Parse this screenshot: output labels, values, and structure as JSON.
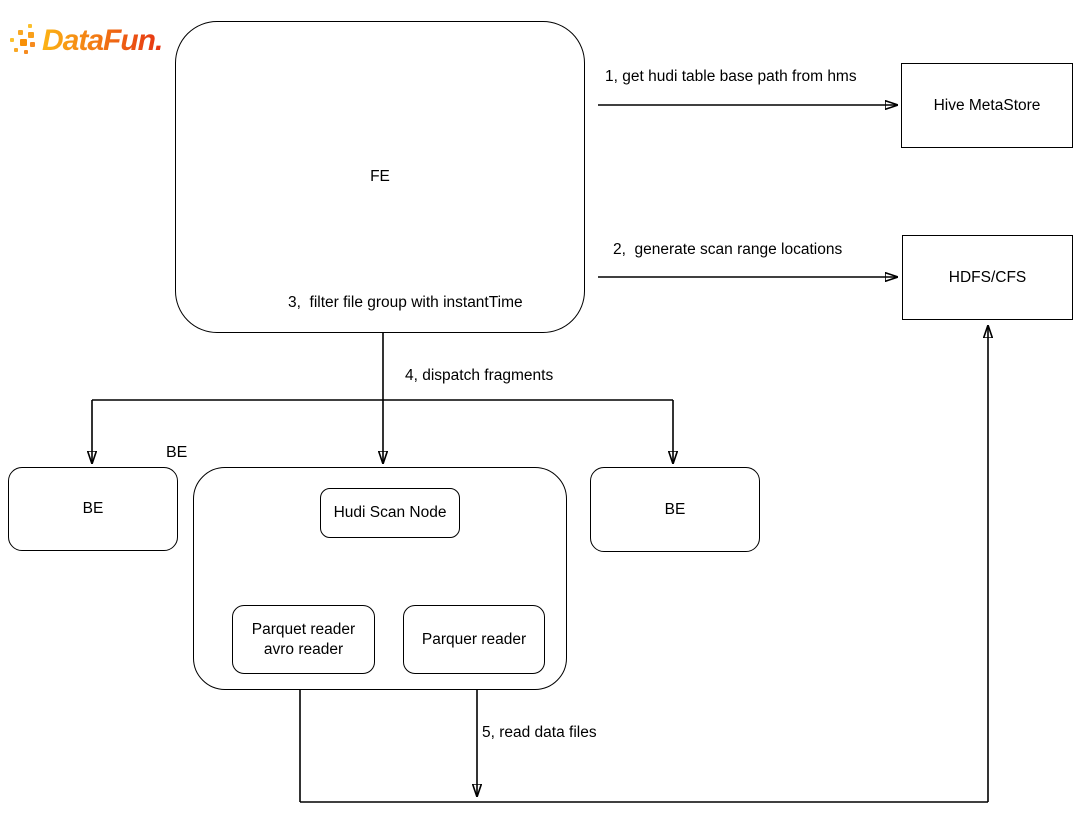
{
  "logo": {
    "text": "DataFun."
  },
  "theme": {
    "bg": "#ffffff",
    "line_color": "#000000",
    "text_color": "#000000",
    "logo_grad_start": "#fcb415",
    "logo_grad_end": "#e63312"
  },
  "nodes": {
    "fe": {
      "label": "FE"
    },
    "hive_metastore": {
      "label": "Hive MetaStore"
    },
    "hdfs_cfs": {
      "label": "HDFS/CFS"
    },
    "be_left": {
      "label": "BE"
    },
    "be_middle_tag": {
      "label": "BE"
    },
    "be_right": {
      "label": "BE"
    },
    "hudi_scan_node": {
      "label": "Hudi Scan Node"
    },
    "parquet_avro_reader": {
      "line1": "Parquet reader",
      "line2": "avro reader"
    },
    "parquer_reader": {
      "label": "Parquer reader"
    }
  },
  "edges": {
    "step1": {
      "label": "1, get hudi table base path from hms"
    },
    "step2": {
      "label": "2,  generate scan range locations"
    },
    "step3": {
      "label": "3,  filter file group with instantTime"
    },
    "step4": {
      "label": "4, dispatch fragments"
    },
    "step5": {
      "label": "5, read data files"
    }
  }
}
